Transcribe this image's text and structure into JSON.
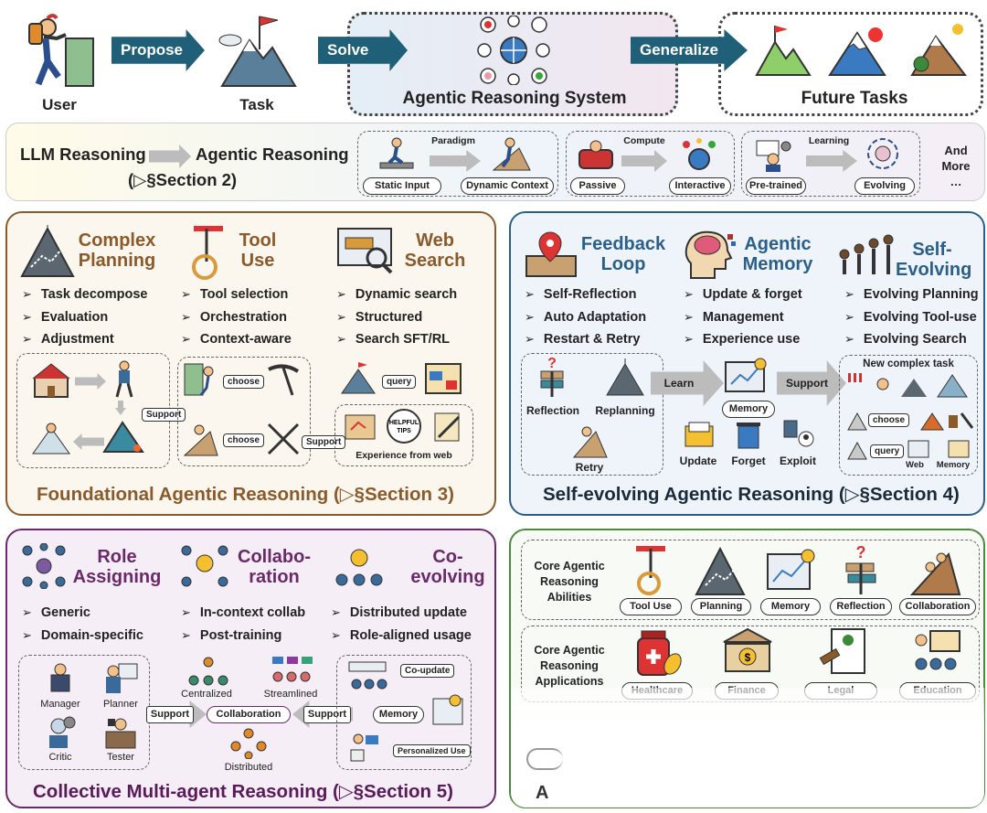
{
  "top": {
    "user": "User",
    "propose": "Propose",
    "task": "Task",
    "solve": "Solve",
    "system": "Agentic Reasoning System",
    "generalize": "Generalize",
    "future": "Future Tasks"
  },
  "row2": {
    "llm": "LLM Reasoning",
    "agentic": "Agentic Reasoning",
    "section": "(▷§Section 2)",
    "paradigm": "Paradigm",
    "static_input": "Static Input",
    "dynamic_context": "Dynamic Context",
    "compute": "Compute",
    "passive": "Passive",
    "interactive": "Interactive",
    "learning": "Learning",
    "pretrained": "Pre-trained",
    "evolving": "Evolving",
    "and_more": "And More …"
  },
  "foundational": {
    "planning_title": "Complex Planning",
    "planning_items": [
      "Task decompose",
      "Evaluation",
      "Adjustment"
    ],
    "tool_title": "Tool Use",
    "tool_items": [
      "Tool selection",
      "Orchestration",
      "Context-aware"
    ],
    "web_title": "Web Search",
    "web_items": [
      "Dynamic search",
      "Structured",
      "Search SFT/RL"
    ],
    "support": "Support",
    "choose": "choose",
    "query": "query",
    "helpful": "HELPFUL TIPS",
    "experience": "Experience from web",
    "section": "Foundational Agentic Reasoning (▷§Section 3)"
  },
  "selfevolving": {
    "feedback_title": "Feedback Loop",
    "feedback_items": [
      "Self-Reflection",
      "Auto Adaptation",
      "Restart & Retry"
    ],
    "memory_title": "Agentic Memory",
    "memory_items": [
      "Update & forget",
      "Management",
      "Experience use"
    ],
    "self_title": "Self-Evolving",
    "self_items": [
      "Evolving Planning",
      "Evolving Tool-use",
      "Evolving Search"
    ],
    "reflection": "Reflection",
    "replanning": "Replanning",
    "retry": "Retry",
    "learn": "Learn",
    "memory": "Memory",
    "support": "Support",
    "update": "Update",
    "forget": "Forget",
    "exploit": "Exploit",
    "new_task": "New complex task",
    "choose": "choose",
    "query": "query",
    "web": "Web",
    "memory2": "Memory",
    "section": "Self-evolving Agentic Reasoning (▷§Section 4)"
  },
  "multiagent": {
    "role_title": "Role Assigning",
    "role_items": [
      "Generic",
      "Domain-specific"
    ],
    "collab_title": "Collabo- ration",
    "collab_items": [
      "In-context collab",
      "Post-training"
    ],
    "coevo_title": "Co- evolving",
    "coevo_items": [
      "Distributed update",
      "Role-aligned usage"
    ],
    "manager": "Manager",
    "planner": "Planner",
    "critic": "Critic",
    "tester": "Tester",
    "centralized": "Centralized",
    "streamlined": "Streamlined",
    "distributed": "Distributed",
    "collaboration": "Collaboration",
    "support": "Support",
    "coupdate": "Co-update",
    "memory": "Memory",
    "personalized": "Personalized Use",
    "section": "Collective Multi-agent Reasoning (▷§Section 5)"
  },
  "applications": {
    "core_abilities": "Core Agentic Reasoning Abilities",
    "abilities": [
      "Tool Use",
      "Planning",
      "Memory",
      "Reflection",
      "Collaboration"
    ],
    "core_apps": "Core Agentic Reasoning Applications",
    "apps": [
      "Healthcare",
      "Finance",
      "Legal",
      "Education"
    ],
    "bottom_letter": "A"
  },
  "colors": {
    "teal": "#1f5f78",
    "brown": "#8a5a2b",
    "blue": "#2b5f8a",
    "purple": "#6a2a6a",
    "green": "#4a8a3a"
  }
}
